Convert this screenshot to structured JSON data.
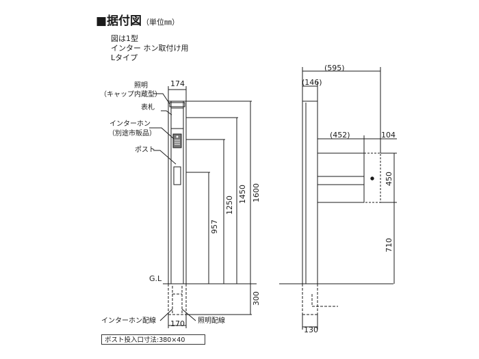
{
  "title": {
    "square": "■",
    "main": "据付図",
    "unit": "（単位㎜）"
  },
  "notes": [
    "図は1型",
    "インター ホン取付け用",
    "Lタイプ"
  ],
  "labels": {
    "lighting": "照明",
    "lighting_sub": "（キャップ内蔵型）",
    "nameplate": "表札",
    "intercom": "インターホン",
    "intercom_sub": "（別途市販品）",
    "post": "ポスト",
    "gl": "G.L",
    "intercom_wiring": "インターホン配線",
    "lighting_wiring": "照明配線",
    "post_opening": "ポスト投入口寸法:380×40"
  },
  "dims": {
    "front_width": "174",
    "h1600": "1600",
    "h1450": "1450",
    "h1250": "1250",
    "h957": "957",
    "depth300": "300",
    "base170": "170",
    "side595": "(595)",
    "side146": "(146)",
    "side452": "(452)",
    "side104": "104",
    "side450": "450",
    "side710": "710",
    "side130": "130"
  }
}
